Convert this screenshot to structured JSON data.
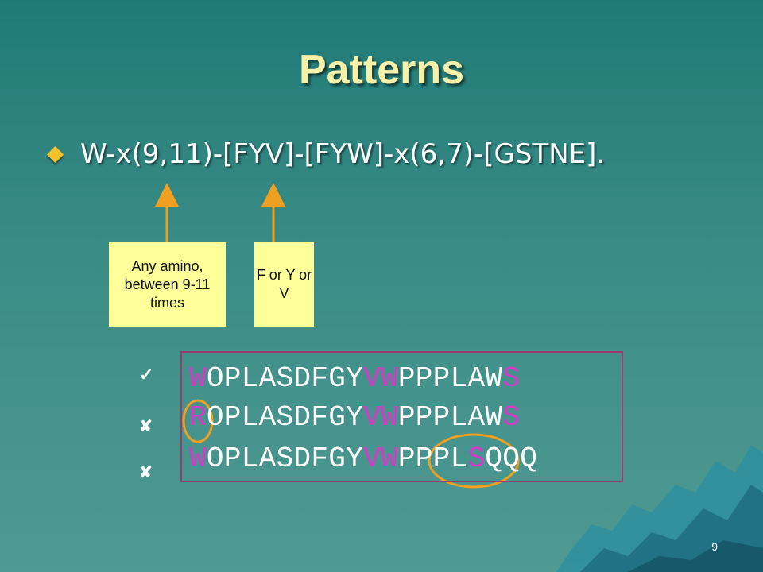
{
  "slide": {
    "title": "Patterns",
    "pattern": "W-x(9,11)-[FYV]-[FYW]-x(6,7)-[GSTNE].",
    "page_number": "9"
  },
  "notes": [
    {
      "text": "Any amino, between 9-11 times"
    },
    {
      "text": "F or Y or V"
    }
  ],
  "sequences": [
    {
      "status": "match",
      "mark": "✓",
      "parts": [
        {
          "text": "W",
          "highlight": true
        },
        {
          "text": "OPLASDFGY",
          "highlight": false
        },
        {
          "text": "VW",
          "highlight": true
        },
        {
          "text": "PPPLAW",
          "highlight": false
        },
        {
          "text": "S",
          "highlight": true
        }
      ]
    },
    {
      "status": "no-match",
      "mark": "✘",
      "parts": [
        {
          "text": "R",
          "highlight": true
        },
        {
          "text": "OPLASDFGY",
          "highlight": false
        },
        {
          "text": "VW",
          "highlight": true
        },
        {
          "text": "PPPLAW",
          "highlight": false
        },
        {
          "text": "S",
          "highlight": true
        }
      ]
    },
    {
      "status": "no-match",
      "mark": "✘",
      "parts": [
        {
          "text": "W",
          "highlight": true
        },
        {
          "text": "OPLASDFGY",
          "highlight": false
        },
        {
          "text": "VW",
          "highlight": true
        },
        {
          "text": "PPPL",
          "highlight": false
        },
        {
          "text": "S",
          "highlight": true
        },
        {
          "text": "QQQ",
          "highlight": false
        }
      ]
    }
  ],
  "colors": {
    "title": "#f6f0a8",
    "highlight": "#d63ac8",
    "callout_fill": "#ffff99",
    "arrow": "#f0a020",
    "circle": "#f0a020",
    "box_border": "#9b3a6d"
  }
}
